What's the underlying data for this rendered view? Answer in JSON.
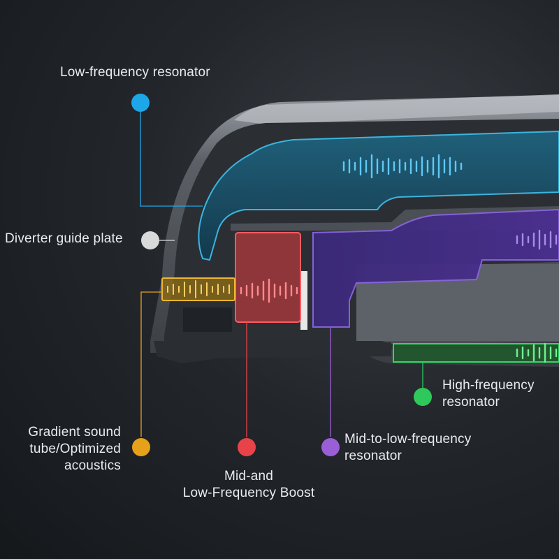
{
  "callouts": {
    "low_freq": {
      "text": "Low-frequency resonator",
      "color": "#1ea7e8",
      "icon": "dot-marker"
    },
    "diverter": {
      "text": "Diverter guide plate",
      "color": "#d9d9d9",
      "icon": "dot-marker"
    },
    "gradient": {
      "lines": [
        "Gradient sound",
        "tube/Optimized",
        "acoustics"
      ],
      "color": "#e6a11a",
      "icon": "dot-marker"
    },
    "mid_low_boost": {
      "lines": [
        "Mid-and",
        "Low-Frequency Boost"
      ],
      "color": "#e9434a",
      "icon": "dot-marker"
    },
    "mid_to_low": {
      "lines": [
        "Mid-to-low-frequency",
        "resonator"
      ],
      "color": "#9a5fd6",
      "icon": "dot-marker"
    },
    "high_freq": {
      "lines": [
        "High-frequency",
        "resonator"
      ],
      "color": "#2ec95a",
      "icon": "dot-marker"
    }
  }
}
